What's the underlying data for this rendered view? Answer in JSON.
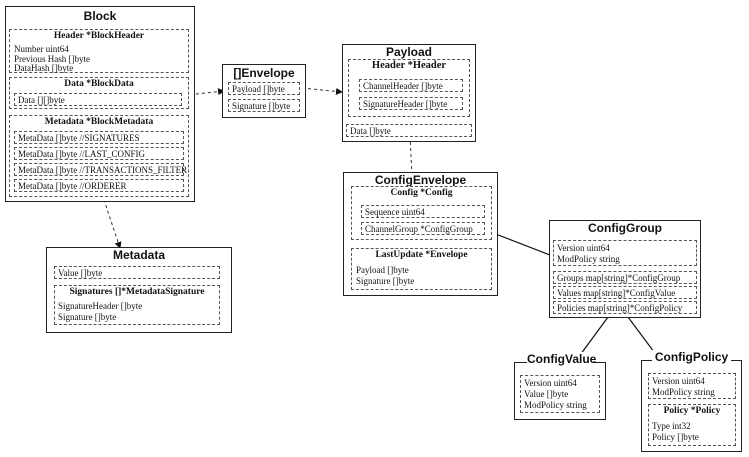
{
  "block": {
    "title": "Block",
    "header": {
      "title": "Header *BlockHeader",
      "fields": [
        "Number uint64",
        "Previous Hash []byte",
        "DataHash []byte"
      ]
    },
    "data": {
      "title": "Data *BlockData",
      "field": "Data [][]byte"
    },
    "metadata": {
      "title": "Metadata *BlockMetadata",
      "fields": [
        "MetaData []byte //SIGNATURES",
        "MetaData []byte //LAST_CONFIG",
        "MetaData []byte //TRANSACTIONS_FILTER",
        "MetaData []byte //ORDERER"
      ]
    }
  },
  "envelope": {
    "title": "[]Envelope",
    "fields": [
      "Payload []byte",
      "Signature []byte"
    ]
  },
  "payload": {
    "title": "Payload",
    "header": {
      "title": "Header *Header",
      "fields": [
        "ChannelHeader []byte",
        "SignatureHeader []byte"
      ]
    },
    "data": "Data []byte"
  },
  "meta": {
    "title": "Metadata",
    "value": "Value []byte",
    "signatures": {
      "title": "Signatures []*MetadataSignature",
      "fields": [
        "SignatureHeader []byte",
        "Signature []byte"
      ]
    }
  },
  "configEnvelope": {
    "title": "ConfigEnvelope",
    "config": {
      "title": "Config *Config",
      "fields": [
        "Sequence uint64",
        "ChannelGroup *ConfigGroup"
      ]
    },
    "lastUpdate": {
      "title": "LastUpdate *Envelope",
      "fields": [
        "Payload []byte",
        "Signature []byte"
      ]
    }
  },
  "configGroup": {
    "title": "ConfigGroup",
    "fields": [
      "Version uint64",
      "ModPolicy string"
    ],
    "maps": [
      "Groups map[string]*ConfigGroup",
      "Values map[string]*ConfigValue",
      "Policies map[string]*ConfigPolicy"
    ]
  },
  "configValue": {
    "title": "ConfigValue",
    "fields": [
      "Version uint64",
      "Value []byte",
      "ModPolicy string"
    ]
  },
  "configPolicy": {
    "title": "ConfigPolicy",
    "fields": [
      "Version uint64",
      "ModPolicy string"
    ],
    "policy": {
      "title": "Policy *Policy",
      "fields": [
        "Type int32",
        "Policy []byte"
      ]
    }
  }
}
